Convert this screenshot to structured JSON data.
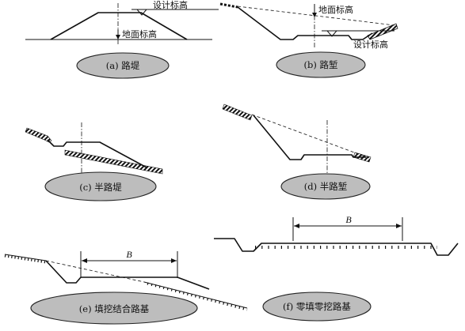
{
  "labels": {
    "design_elev": "设计标高",
    "ground_elev": "地面标高",
    "width_symbol": "B"
  },
  "captions": {
    "a": "(a) 路堤",
    "b": "(b) 路堑",
    "c": "(c) 半路堤",
    "d": "(d) 半路堑",
    "e": "(e) 填挖结合路基",
    "f": "(f) 零填零挖路基"
  },
  "colors": {
    "ellipse_fill": "#bdbdbd",
    "line": "#111111"
  }
}
